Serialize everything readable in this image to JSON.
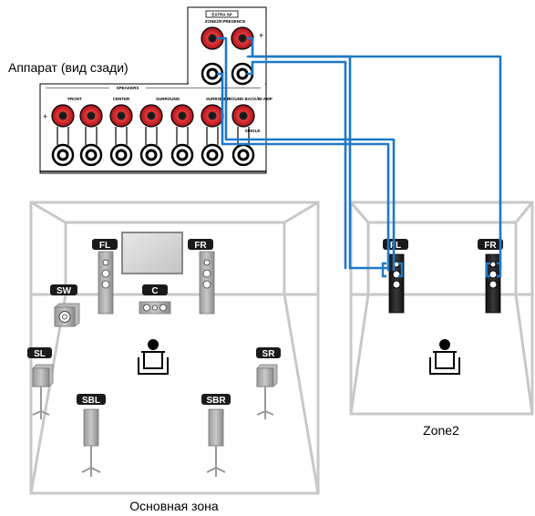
{
  "receiver": {
    "caption": "Аппарат (вид сзади)",
    "extra_sp_label": "EXTRA SP",
    "zone_presence_label": "ZONE2/F.PRESENCE",
    "speakers_label": "SPEAKERS",
    "channel_labels": [
      "FRONT",
      "CENTER",
      "SURROUND",
      "SURROUND",
      "SURROUND BACK/BI-AMP"
    ],
    "single_label": "SINGLE"
  },
  "main_zone": {
    "caption": "Основная зона",
    "speakers": {
      "fl": "FL",
      "fr": "FR",
      "c": "C",
      "sw": "SW",
      "sl": "SL",
      "sr": "SR",
      "sbl": "SBL",
      "sbr": "SBR"
    }
  },
  "zone2": {
    "caption": "Zone2",
    "speakers": {
      "fl": "FL",
      "fr": "FR"
    }
  },
  "colors": {
    "cable": "#1f78c8",
    "terminal_red": "#d01f2a",
    "badge": "#1a1a1a",
    "room_line": "#c8c8c8",
    "speaker_gray": "#7a7a7a"
  }
}
